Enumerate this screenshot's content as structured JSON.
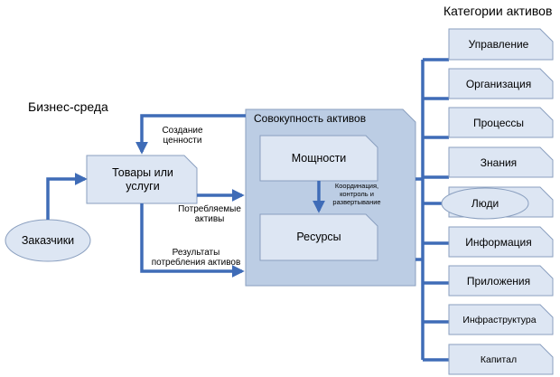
{
  "labels": {
    "asset_categories_title": "Категории активов",
    "business_env_title": "Бизнес-среда",
    "asset_pool_title": "Совокупность активов"
  },
  "nodes": {
    "customers": "Заказчики",
    "goods_services": "Товары или услуги",
    "capabilities": "Мощности",
    "resources": "Ресурсы"
  },
  "flows": {
    "value_creation": "Создание ценности",
    "consumed_assets": "Потребляемые активы",
    "asset_results": "Результаты потребления активов",
    "coordination": "Координация, контроль и развертывание"
  },
  "categories": [
    "Управление",
    "Организация",
    "Процессы",
    "Знания",
    "Люди",
    "Информация",
    "Приложения",
    "Инфраструктура",
    "Капитал"
  ],
  "colors": {
    "box_fill": "#dde6f3",
    "box_stroke": "#8a9fbf",
    "pool_fill": "#bccde4",
    "connector": "#3f6cb7"
  }
}
